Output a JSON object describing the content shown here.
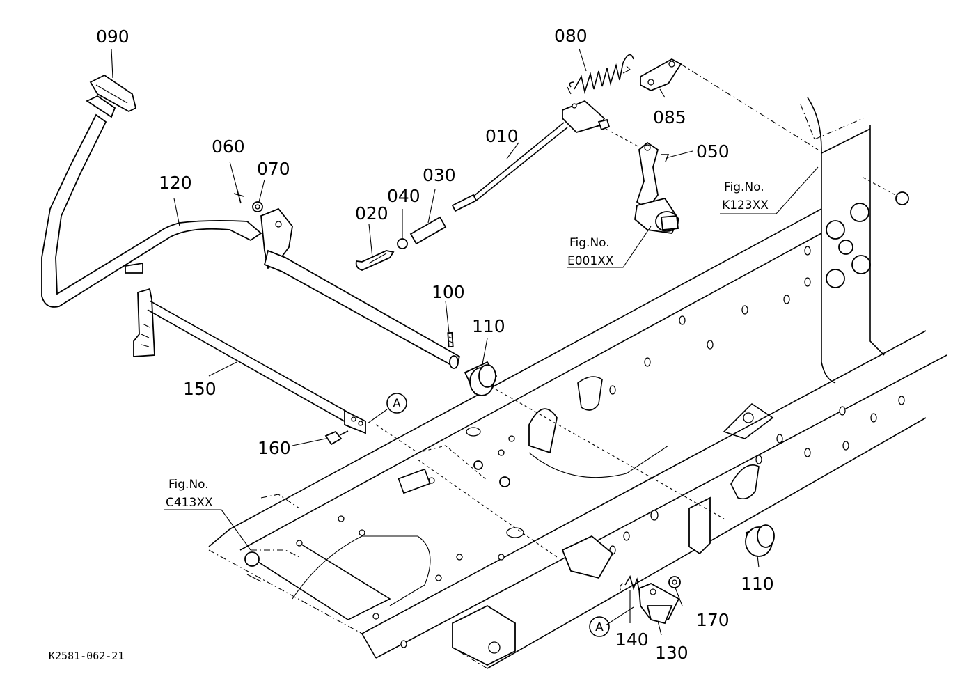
{
  "diagram_code": "K2581-062-21",
  "callout_mark": "A",
  "part_labels": {
    "p010": "010",
    "p020": "020",
    "p030": "030",
    "p040": "040",
    "p050": "050",
    "p060": "060",
    "p070": "070",
    "p080": "080",
    "p085": "085",
    "p090": "090",
    "p100": "100",
    "p110a": "110",
    "p110b": "110",
    "p120": "120",
    "p130": "130",
    "p140": "140",
    "p150": "150",
    "p160": "160",
    "p170": "170"
  },
  "figure_refs": {
    "k123": {
      "title": "Fig.No.",
      "code": "K123XX"
    },
    "e001": {
      "title": "Fig.No.",
      "code": "E001XX"
    },
    "c413": {
      "title": "Fig.No.",
      "code": "C413XX"
    }
  }
}
